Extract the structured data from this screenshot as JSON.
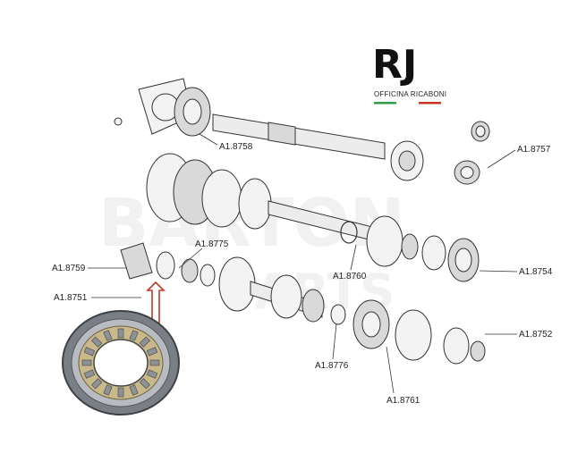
{
  "brand": {
    "logo_text": "RJ",
    "subtitle": "OFFICINA RICABONI",
    "flag_colors": [
      "#2e9e48",
      "#c9361f"
    ]
  },
  "watermark": {
    "line1": "BARTON",
    "line2": "PARTS"
  },
  "parts": [
    {
      "id": "a8758",
      "label": "A1.8758"
    },
    {
      "id": "a8757",
      "label": "A1.8757"
    },
    {
      "id": "a8775",
      "label": "A1.8775"
    },
    {
      "id": "a8759",
      "label": "A1.8759"
    },
    {
      "id": "a8760",
      "label": "A1.8760"
    },
    {
      "id": "a8754",
      "label": "A1.8754"
    },
    {
      "id": "a8751",
      "label": "A1.8751"
    },
    {
      "id": "a8752",
      "label": "A1.8752"
    },
    {
      "id": "a8776",
      "label": "A1.8776"
    },
    {
      "id": "a8761",
      "label": "A1.8761"
    }
  ],
  "colors": {
    "callout_arrow": "#c0392b"
  },
  "icons": {
    "callout_arrow": "up-arrow-outline",
    "bearing_photo": "needle-roller-bearing"
  }
}
